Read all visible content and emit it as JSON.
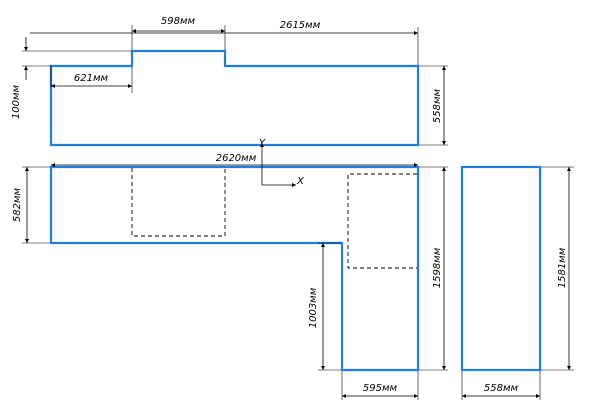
{
  "diagram": {
    "top_view": {
      "dims": {
        "step_width": "598мм",
        "overall_width": "2615мм",
        "left_segment": "621мм",
        "step_height": "100мм",
        "depth_right": "558мм"
      }
    },
    "front_view": {
      "dims": {
        "overall_width": "2620мм",
        "left_depth": "582мм",
        "inner_leg": "1003мм",
        "right_height": "1598мм",
        "leg_width": "595мм"
      },
      "axes": {
        "x": "X",
        "y": "Y"
      }
    },
    "side_view": {
      "dims": {
        "height": "1581мм",
        "width": "558мм"
      }
    },
    "colors": {
      "outline": "#1e7fe0",
      "dimension": "#000000"
    }
  }
}
